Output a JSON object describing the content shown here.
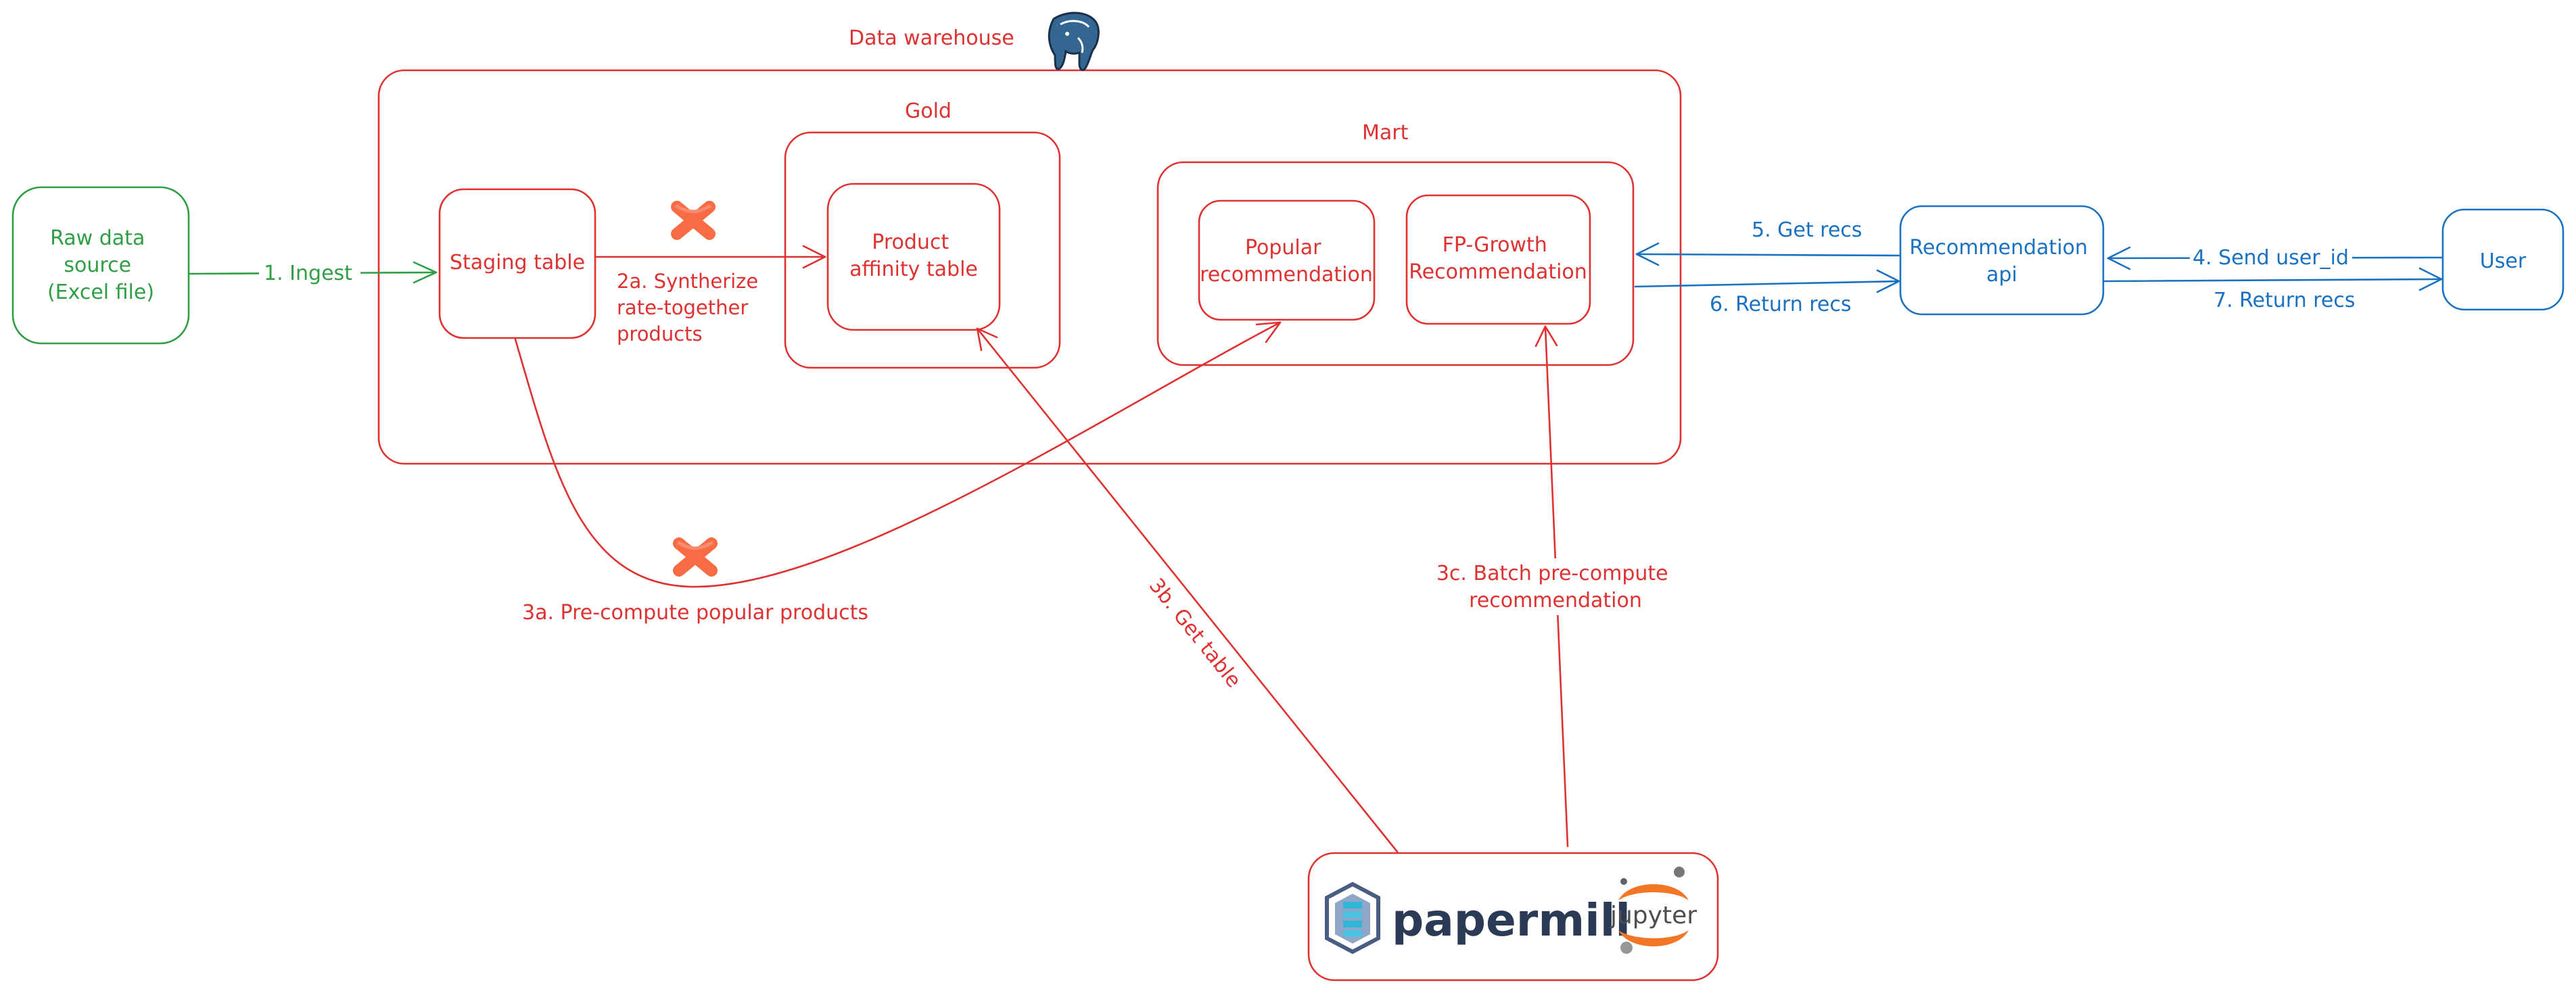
{
  "colors": {
    "warehouse": "#e03131",
    "source": "#2f9e44",
    "serving": "#1971c2",
    "dagster_accent": "#f76b45",
    "postgres_blue": "#336791",
    "jupyter_orange": "#f37626",
    "papermill_navy": "#2b3a55"
  },
  "warehouse": {
    "title": "Data warehouse",
    "icon": "postgresql-elephant-icon",
    "gold": {
      "title": "Gold",
      "table": [
        "Product",
        "affinity table"
      ]
    },
    "mart": {
      "title": "Mart",
      "popular": [
        "Popular",
        "recommendation"
      ],
      "fpgrowth": [
        "FP-Growth",
        "Recommendation"
      ]
    },
    "staging": "Staging table"
  },
  "source": {
    "lines": [
      "Raw data",
      "source",
      "(Excel file)"
    ]
  },
  "api": {
    "lines": [
      "Recommendation",
      "api"
    ]
  },
  "user": {
    "label": "User"
  },
  "notebooks": {
    "papermill": "papermill",
    "jupyter": "jupyter",
    "icons": [
      "papermill-icon",
      "jupyter-icon"
    ]
  },
  "edges": {
    "ingest": "1. Ingest",
    "synthesize": [
      "2a. Syntherize",
      "rate-together",
      "products"
    ],
    "precompute_popular": "3a. Pre-compute popular products",
    "get_table": "3b. Get table",
    "batch_precompute": [
      "3c. Batch pre-compute",
      "recommendation"
    ],
    "send_user_id": "4. Send user_id",
    "get_recs": "5. Get recs",
    "return_recs_api": "6. Return recs",
    "return_recs_user": "7. Return recs"
  },
  "orchestrator_icon": "dagster-icon"
}
